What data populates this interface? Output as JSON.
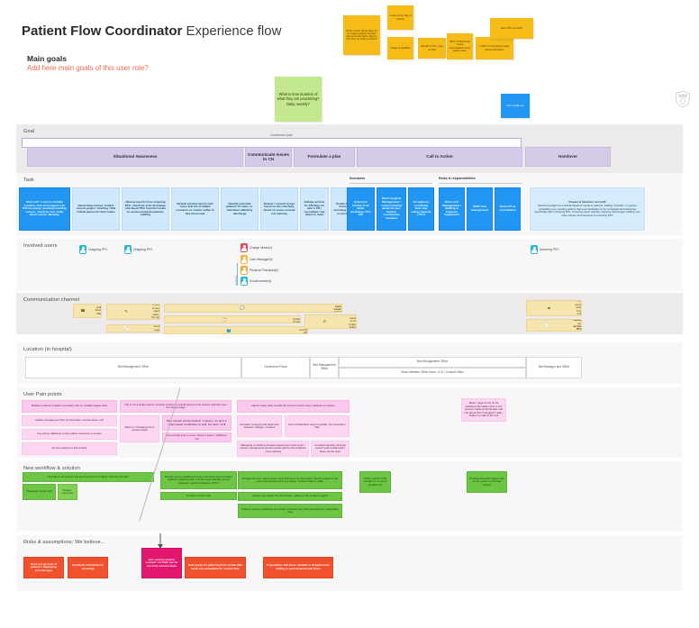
{
  "header": {
    "title_bold": "Patient Flow Coordinator",
    "title_light": "Experience flow",
    "goals_label": "Main goals",
    "goals_placeholder": "Add here main goals of this user role?"
  },
  "colors": {
    "goal": "#d5cbe9",
    "task": "#cfe8fb",
    "task_active": "#2196f3",
    "comm": "#f6e4ae",
    "pain": "#fcc9ee",
    "solution": "#6cc644",
    "risk": "#f0522d",
    "risk_highlight": "#e3176d",
    "sticky_yellow": "#f5bc17",
    "sticky_green": "#c3e88d",
    "accent_text": "#f3674e"
  },
  "top_stickies": {
    "yellow": [
      "Works across all the tasks for an ongoing patient situation during the day team. May be PFC are not really involved?",
      "Looks at it by day of clinical",
      "Triage of workflow",
      "Handoff of info / care at shift",
      "MDT / CdM clinical review conversations every patient room",
      "Looks for emergency ready admit instructions",
      "Sees PFC as rebal?"
    ],
    "green": "What is time duration of what they are prioritizing? Daily, weekly?",
    "blue": "Info / what are"
  },
  "lanes": [
    {
      "name": "Goal"
    },
    {
      "name": "Task"
    },
    {
      "name": "Involved users"
    },
    {
      "name": "Communication channel"
    },
    {
      "name": "Location (in hospital)"
    },
    {
      "name": "User Pain points"
    },
    {
      "name": "New workflow & solution"
    },
    {
      "name": "Risks & assumptions: We believe..."
    }
  ],
  "goal": {
    "continuous_label": "Continuous cycle",
    "phases": [
      "Situational Awareness",
      "Communicate Issues to CN",
      "Formulate a plan",
      "Call to Action",
      "Handover"
    ]
  },
  "task": {
    "column_headers": [
      "Scenarios",
      "Roles & responsibilities"
    ],
    "cards": [
      "Start shift: Login to multiple systems, look at assigned unit, find incoming / pending/ bedding, census, check for and notify about events. Meeting.",
      "Harvesting census: Collect census pages / charting / find critical pieces for their teams",
      "Review reports from outgoing PFC, check for prior discharge info about PFC reports/ issues to resolve problem patients, staffing",
      "Review printed reports and notes and list of added concerns vs. teams coffee in bed discussed",
      "Identify potential patients for beds vs. transition affecting discharge",
      "Review / consult issues found on the unit daily, check on issue covered not missing",
      "Indulge actions for CN flags for who's CN / consultant / the direct to meet",
      "Create list of missing, incoming to add or prioritize"
    ],
    "scenarios": [
      "Extension transfer from admit, discharge, ICU, OR",
      "Direct surgical Management / communicating about all care, transfer coordinated transfers",
      "Escalations, coordinate beds and safety capacity (TCU)"
    ],
    "roles": [
      "Roles and Management / Staffing & Capacity, Equipment",
      "Shift / bed management",
      "Hand offs & consultation"
    ],
    "summary_card": {
      "title": "Prepare & handover next shift",
      "body": "Review log high level clinical situation/ needs of patients, staffing / transfer / on-going/ scheduling you, pending actions that need facilitation to be completed and delivering specifically their oncoming PFC. Covering report (transfer capacity, discharges, staffing, any other issues) and handover to incoming PFC"
    }
  },
  "users": {
    "bracket_label": "External",
    "items": [
      {
        "label": "Outgoing PFC",
        "color": "teal"
      },
      {
        "label": "Outgoing PFC",
        "color": "teal"
      },
      {
        "label": "Charge Nurse(s)",
        "color": "red"
      },
      {
        "label": "Care Manager(s)",
        "color": "yellow"
      },
      {
        "label": "Physical Therapist(s)",
        "color": "orange"
      },
      {
        "label": "Social worker(s)",
        "color": "teal"
      },
      {
        "label": "Incoming PFC",
        "color": "teal"
      }
    ]
  },
  "communication": {
    "items": [
      {
        "text": "Call, Email, Mail",
        "icon": "phone-icon"
      },
      {
        "text": "Messaging in person to see for special tasks for the type of system",
        "icon": "document-icon"
      },
      {
        "text": "Communication in person / census coverage between meeting (in-MD)",
        "icon": "chat-icon"
      },
      {
        "text": "Charts, beds list/census, guidance of clinical census screens",
        "icon": "clipboard-icon"
      },
      {
        "text": "Paper reporting, census page, whiteboard - board",
        "icon": "report-icon"
      },
      {
        "text": "In-person tasks from unit",
        "icon": "people-icon"
      },
      {
        "text": "Movement and hand-offs",
        "icon": "transfer-icon"
      },
      {
        "text": "Huddle on next shift / transfer of care between shifts by incoming nurse",
        "icon": "handoff-icon"
      },
      {
        "text": "Handover to incoming PFC",
        "icon": "handover-icon"
      }
    ]
  },
  "location": {
    "items": [
      "Bed Management Office",
      "Conference Room",
      "Bed Management Office",
      "Bed Management Office",
      "Move between Office floors / ICU / Consult Office",
      "Bed Manager and Office"
    ]
  },
  "pain_points": [
    "Multiple systems to gather necessary info on multiple pages/ sites",
    "Gather coverage per floor by level beds / census area / unit",
    "Info is not a single source / to keep current on overall view per unit census overview over the census page",
    "Not enough time to cover, check in place / staffing to CN",
    "Data on / changing info in census board",
    "Key phone calls/only vendor gather resources to screen",
    "Miss relevant clinical situation / tracking / not all of it. Origin based modification by staff, but clean / shift",
    "Hard to keep track of what the current/ correct view / believes vs census",
    "Constant re-keying and alignment between charges / screens",
    "A lot of duplicative ways to quickly, but consistent / flow",
    "No time wasted to find context",
    "Mass / page to rely on for updating information prior to the census / shifts at hands later and info about their throughput / task / hidden to mark in the unit",
    "Managing or tracking changes happening in bed count / census management across census plan by the locations / time tracking",
    "Constant capacity tracking/ correct work is that beds / flows can be used"
  ],
  "solutions": [
    "Provide a unit central view and real-time bed status / real time of units",
    "Integrated / quick view",
    "Single / sync stat",
    "Provide census dashboard cross role-based view of status, staffing & patient board / confirm automatically across locations / unified collection of PFC",
    "Provide real time info",
    "Provide one tool - based event view with focus on information about it related to the team that can be used on a status / ranked/ track to notify",
    "Access one system for all the data - status on the screen in sights",
    "Different service coordinate per screen with their own shift and teams or responsible roles",
    "Notify / advice FOR transfer to / in event by ward unit",
    "Provide automatic status view on the system in the flow routing"
  ],
  "risks": [
    {
      "text": "Does not get a lot of patients / displaying external apps",
      "highlight": false
    },
    {
      "text": "Technical constraints for recording",
      "highlight": false
    },
    {
      "text": "Info sources need to connect / on Falls can be correctly relevant tasks",
      "highlight": true
    },
    {
      "text": "Data needs for gathering from formal data feeds are unavailable for routine filter",
      "highlight": false
    },
    {
      "text": "If operations still prove valuable to hospital when adding to each departmental flows",
      "highlight": false
    }
  ]
}
